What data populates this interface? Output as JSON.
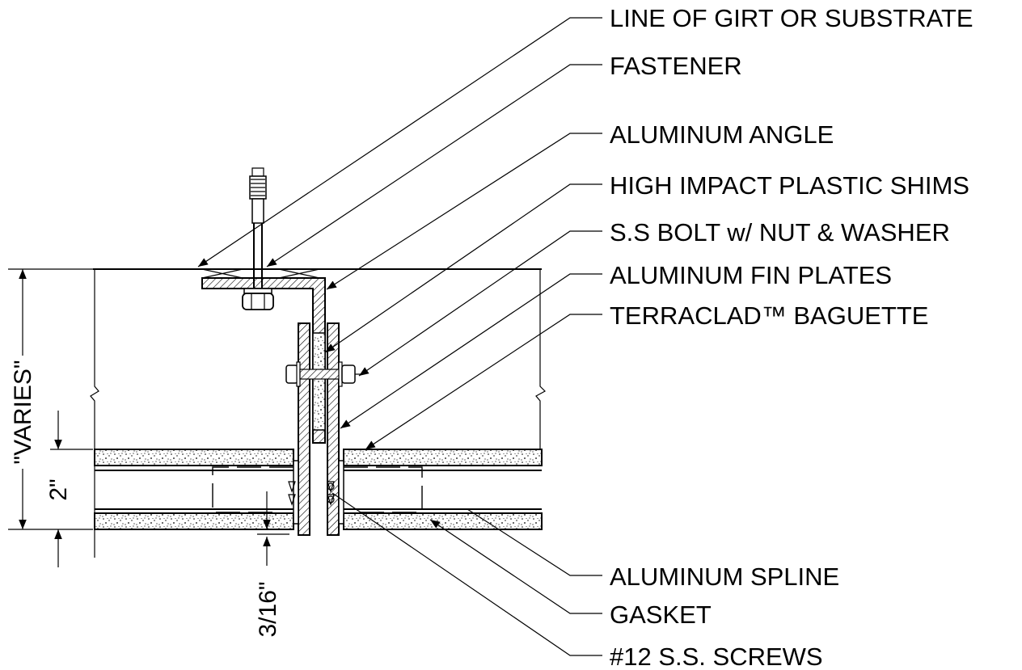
{
  "callouts": {
    "girt": "LINE OF GIRT OR SUBSTRATE",
    "fastener": "FASTENER",
    "angle": "ALUMINUM ANGLE",
    "shims": "HIGH IMPACT PLASTIC SHIMS",
    "bolt": "S.S BOLT w/ NUT & WASHER",
    "fin_plates": "ALUMINUM FIN PLATES",
    "baguette": "TERRACLAD™ BAGUETTE",
    "spline": "ALUMINUM SPLINE",
    "gasket": "GASKET",
    "screws": "#12 S.S. SCREWS"
  },
  "dimensions": {
    "varies": "\"VARIES\"",
    "two_inch": "2\"",
    "gap": "3/16\""
  }
}
